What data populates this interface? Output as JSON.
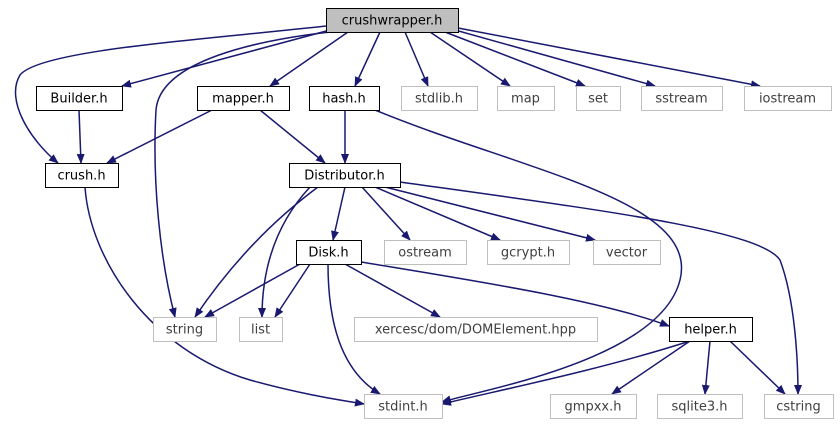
{
  "graph": {
    "edge_color": "#191970",
    "nodes": [
      {
        "id": "crushwrapper",
        "label": "crushwrapper.h",
        "kind": "root"
      },
      {
        "id": "builder",
        "label": "Builder.h",
        "kind": "local"
      },
      {
        "id": "mapper",
        "label": "mapper.h",
        "kind": "local"
      },
      {
        "id": "hash",
        "label": "hash.h",
        "kind": "local"
      },
      {
        "id": "stdlib",
        "label": "stdlib.h",
        "kind": "system"
      },
      {
        "id": "map",
        "label": "map",
        "kind": "system"
      },
      {
        "id": "set",
        "label": "set",
        "kind": "system"
      },
      {
        "id": "sstream",
        "label": "sstream",
        "kind": "system"
      },
      {
        "id": "iostream",
        "label": "iostream",
        "kind": "system"
      },
      {
        "id": "crush",
        "label": "crush.h",
        "kind": "local"
      },
      {
        "id": "distributor",
        "label": "Distributor.h",
        "kind": "local"
      },
      {
        "id": "disk",
        "label": "Disk.h",
        "kind": "local"
      },
      {
        "id": "ostream",
        "label": "ostream",
        "kind": "system"
      },
      {
        "id": "gcrypt",
        "label": "gcrypt.h",
        "kind": "system"
      },
      {
        "id": "vector",
        "label": "vector",
        "kind": "system"
      },
      {
        "id": "string",
        "label": "string",
        "kind": "system"
      },
      {
        "id": "list",
        "label": "list",
        "kind": "system"
      },
      {
        "id": "xercesc",
        "label": "xercesc/dom/DOMElement.hpp",
        "kind": "system"
      },
      {
        "id": "helper",
        "label": "helper.h",
        "kind": "local"
      },
      {
        "id": "stdint",
        "label": "stdint.h",
        "kind": "system"
      },
      {
        "id": "gmpxx",
        "label": "gmpxx.h",
        "kind": "system"
      },
      {
        "id": "sqlite3",
        "label": "sqlite3.h",
        "kind": "system"
      },
      {
        "id": "cstring",
        "label": "cstring",
        "kind": "system"
      }
    ],
    "edges": [
      {
        "from": "crushwrapper",
        "to": "crush"
      },
      {
        "from": "crushwrapper",
        "to": "builder"
      },
      {
        "from": "crushwrapper",
        "to": "string"
      },
      {
        "from": "crushwrapper",
        "to": "mapper"
      },
      {
        "from": "crushwrapper",
        "to": "hash"
      },
      {
        "from": "crushwrapper",
        "to": "stdlib"
      },
      {
        "from": "crushwrapper",
        "to": "map"
      },
      {
        "from": "crushwrapper",
        "to": "set"
      },
      {
        "from": "crushwrapper",
        "to": "sstream"
      },
      {
        "from": "crushwrapper",
        "to": "iostream"
      },
      {
        "from": "builder",
        "to": "crush"
      },
      {
        "from": "mapper",
        "to": "crush"
      },
      {
        "from": "mapper",
        "to": "distributor"
      },
      {
        "from": "hash",
        "to": "distributor"
      },
      {
        "from": "hash",
        "to": "stdint"
      },
      {
        "from": "crush",
        "to": "stdint"
      },
      {
        "from": "distributor",
        "to": "disk"
      },
      {
        "from": "distributor",
        "to": "ostream"
      },
      {
        "from": "distributor",
        "to": "gcrypt"
      },
      {
        "from": "distributor",
        "to": "vector"
      },
      {
        "from": "distributor",
        "to": "string"
      },
      {
        "from": "distributor",
        "to": "list"
      },
      {
        "from": "distributor",
        "to": "cstring"
      },
      {
        "from": "disk",
        "to": "string"
      },
      {
        "from": "disk",
        "to": "list"
      },
      {
        "from": "disk",
        "to": "xercesc"
      },
      {
        "from": "disk",
        "to": "helper"
      },
      {
        "from": "disk",
        "to": "stdint"
      },
      {
        "from": "helper",
        "to": "stdint"
      },
      {
        "from": "helper",
        "to": "gmpxx"
      },
      {
        "from": "helper",
        "to": "sqlite3"
      },
      {
        "from": "helper",
        "to": "cstring"
      }
    ]
  }
}
